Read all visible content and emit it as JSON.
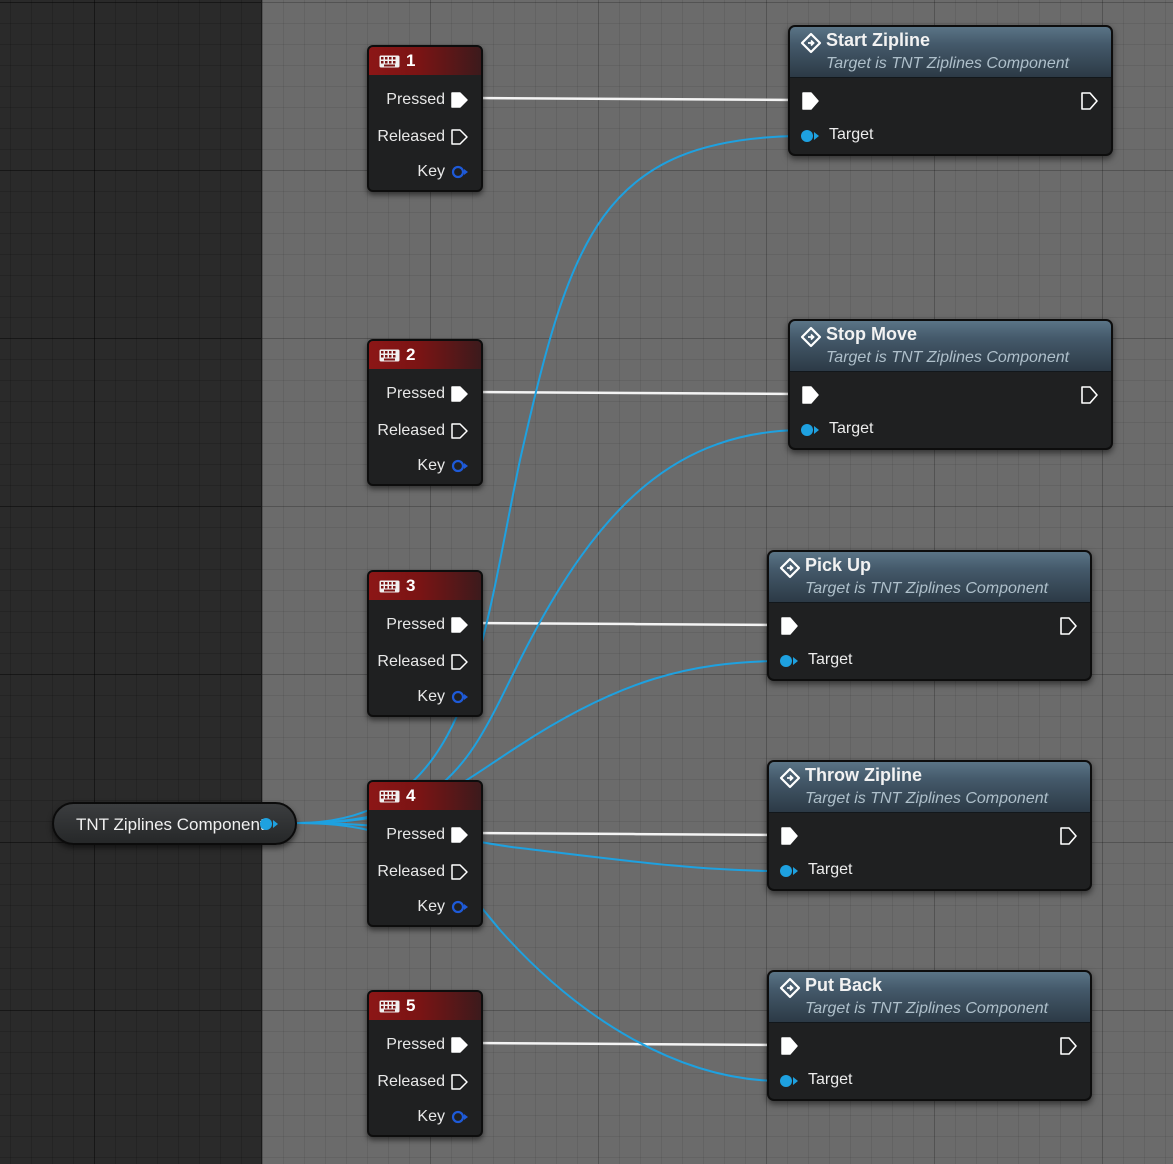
{
  "variable_node": {
    "label": "TNT Ziplines Component"
  },
  "key_nodes": [
    {
      "title": "1",
      "pins": [
        "Pressed",
        "Released",
        "Key"
      ]
    },
    {
      "title": "2",
      "pins": [
        "Pressed",
        "Released",
        "Key"
      ]
    },
    {
      "title": "3",
      "pins": [
        "Pressed",
        "Released",
        "Key"
      ]
    },
    {
      "title": "4",
      "pins": [
        "Pressed",
        "Released",
        "Key"
      ]
    },
    {
      "title": "5",
      "pins": [
        "Pressed",
        "Released",
        "Key"
      ]
    }
  ],
  "function_nodes": [
    {
      "title": "Start Zipline",
      "subtitle": "Target is TNT Ziplines Component",
      "target_label": "Target"
    },
    {
      "title": "Stop Move",
      "subtitle": "Target is TNT Ziplines Component",
      "target_label": "Target"
    },
    {
      "title": "Pick Up",
      "subtitle": "Target is TNT Ziplines Component",
      "target_label": "Target"
    },
    {
      "title": "Throw Zipline",
      "subtitle": "Target is TNT Ziplines Component",
      "target_label": "Target"
    },
    {
      "title": "Put Back",
      "subtitle": "Target is TNT Ziplines Component",
      "target_label": "Target"
    }
  ],
  "colors": {
    "object_wire": "#1ea1e0",
    "exec_wire": "#ffffff",
    "key_header": "#8c1616",
    "function_header": "#4a6375",
    "graph_background": "#6b6b6b",
    "panel_background": "#2a2a2a"
  }
}
